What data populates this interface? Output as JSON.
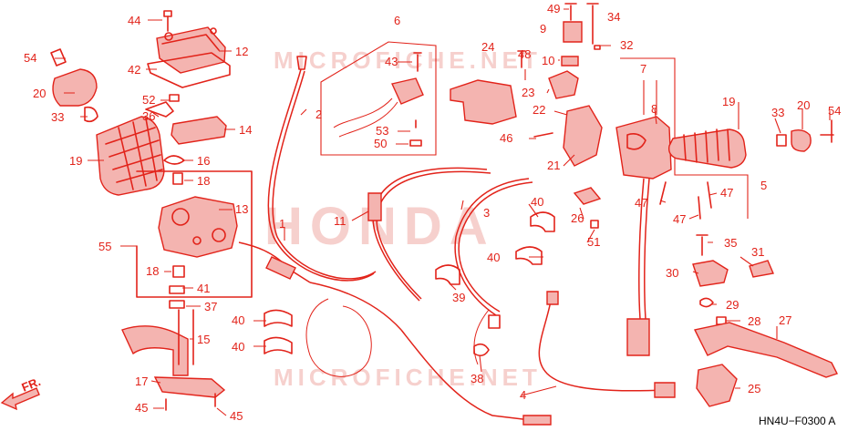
{
  "watermarks": [
    "MICROFICHE.NET",
    "HONDA",
    "MICROFICHE.NET"
  ],
  "figure_code": "HN4U−F0300 A",
  "front_label": "FR.",
  "callouts": [
    "44",
    "12",
    "54",
    "42",
    "20",
    "52",
    "33",
    "36",
    "14",
    "19",
    "16",
    "18",
    "13",
    "55",
    "18",
    "41",
    "37",
    "15",
    "17",
    "45",
    "45",
    "6",
    "43",
    "24",
    "48",
    "53",
    "50",
    "2",
    "1",
    "40",
    "40",
    "11",
    "49",
    "34",
    "9",
    "32",
    "10",
    "23",
    "22",
    "46",
    "21",
    "3",
    "26",
    "51",
    "40",
    "40",
    "39",
    "38",
    "4",
    "7",
    "8",
    "19",
    "33",
    "20",
    "54",
    "5",
    "47",
    "47",
    "47",
    "35",
    "31",
    "30",
    "29",
    "28",
    "27",
    "25"
  ]
}
